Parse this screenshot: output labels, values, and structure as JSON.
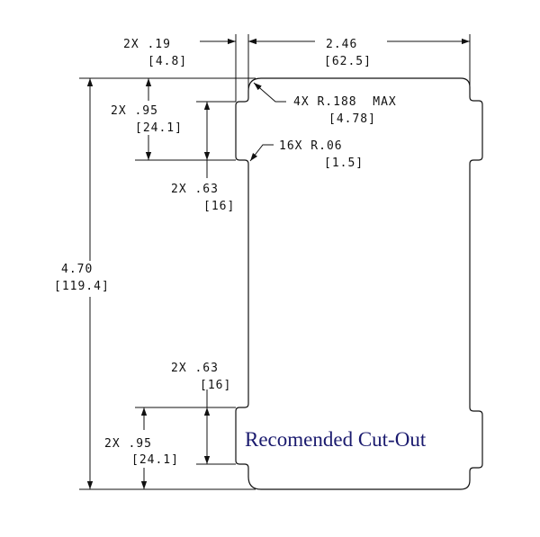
{
  "title": {
    "text": "Recomended Cut-Out",
    "color": "#1a1a6e"
  },
  "dimensions": {
    "top_small": {
      "line1": "2X .19",
      "line2": "[4.8]"
    },
    "width": {
      "line1": "2.46",
      "line2": "[62.5]"
    },
    "corner_radius": {
      "line1": "4X R.188  MAX",
      "line2": "[4.78]"
    },
    "notch_radius": {
      "line1": "16X R.06",
      "line2": "[1.5]"
    },
    "top_offset": {
      "line1": "2X .95",
      "line2": "[24.1]"
    },
    "top_notch": {
      "line1": "2X .63",
      "line2": "[16]"
    },
    "height": {
      "line1": "4.70",
      "line2": "[119.4]"
    },
    "bottom_notch": {
      "line1": "2X .63",
      "line2": "[16]"
    },
    "bottom_offset": {
      "line1": "2X .95",
      "line2": "[24.1]"
    }
  }
}
